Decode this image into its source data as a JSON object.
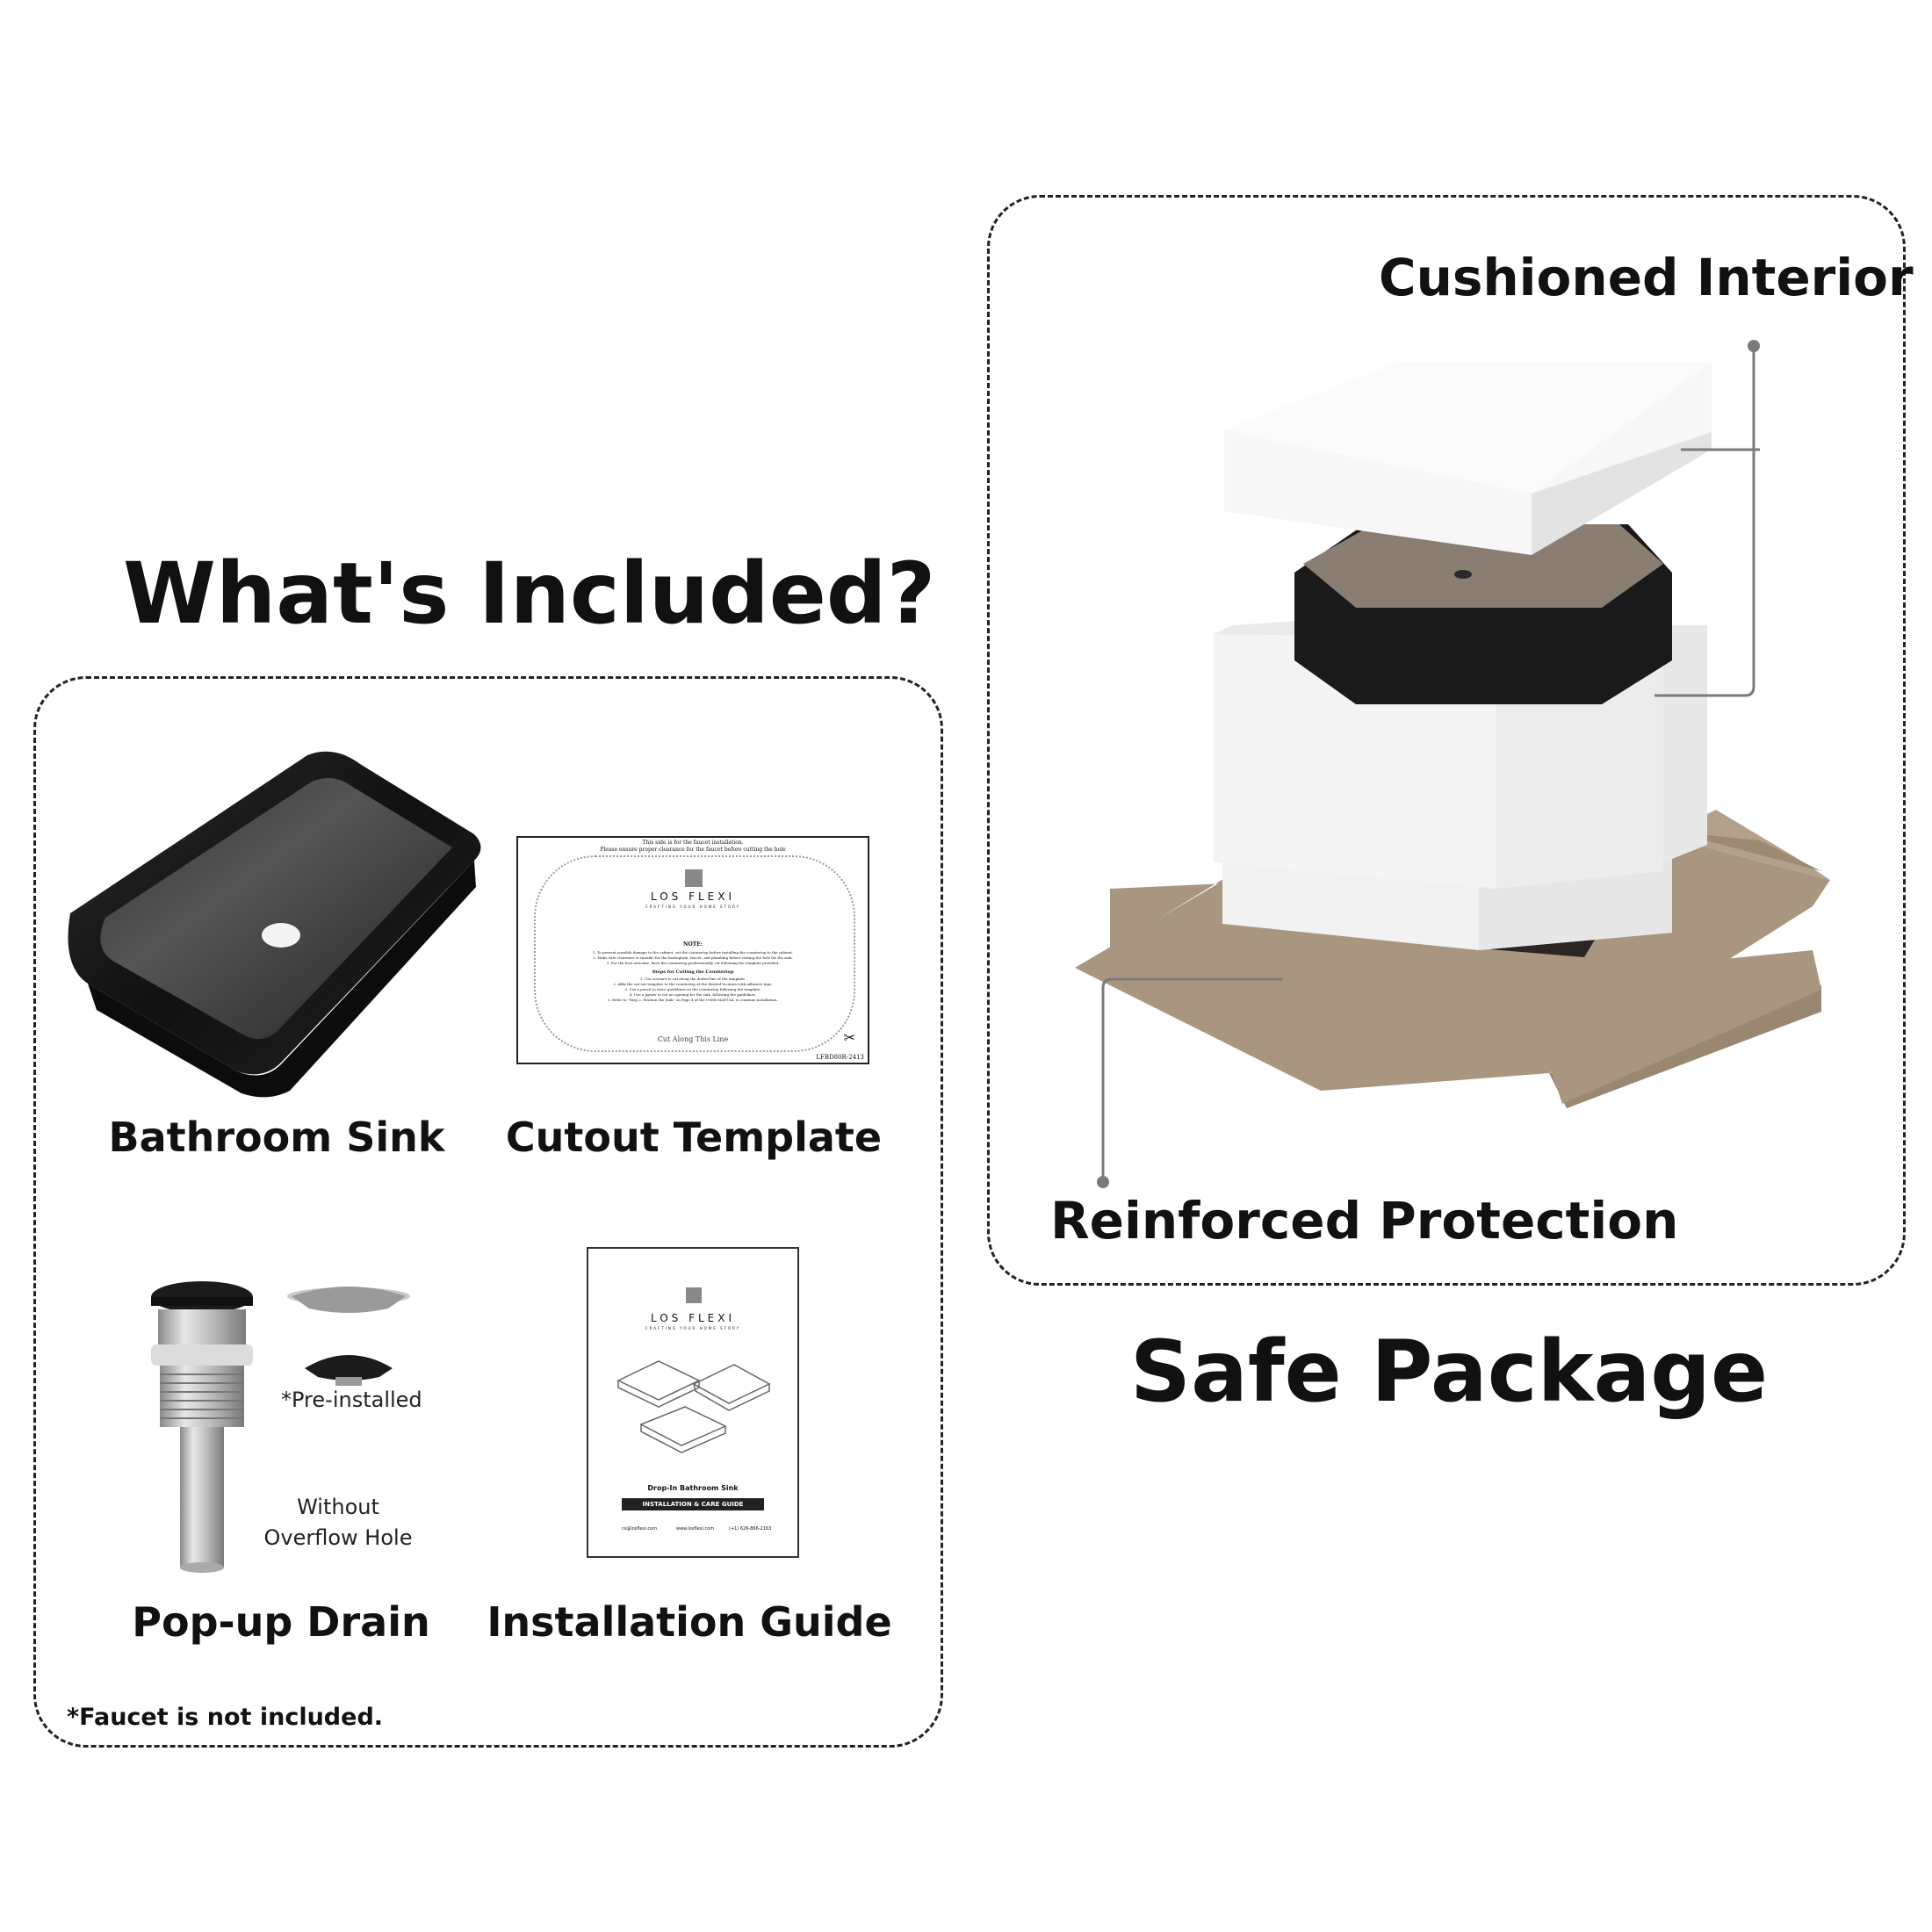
{
  "included": {
    "title": "What's Included?",
    "items": [
      {
        "label": "Bathroom Sink"
      },
      {
        "label": "Cutout Template"
      },
      {
        "label": "Pop-up Drain"
      },
      {
        "label": "Installation Guide"
      }
    ],
    "drain_notes": {
      "pre_installed": "*Pre-installed",
      "without_line1": "Without",
      "without_line2": "Overflow Hole"
    },
    "footnote": "*Faucet is not included.",
    "template_doc": {
      "header1": "This side is for the faucet installation.",
      "header2": "Please ensure proper clearance for the faucet before cutting the hole",
      "brand": "LOS FLEXI",
      "tagline": "CRAFTING YOUR HOME STORY",
      "note_title": "NOTE:",
      "note_lines": [
        "1. To prevent possible damage to the cabinet, cut the countertop before installing the countertop to the cabinet.",
        "2. Make sure clearance is suitable for the backsplash, faucet, and plumbing before cutting the hole for the sink.",
        "3. For the best outcome, have the countertop professionally cut following the template provided."
      ],
      "steps_title": "Steps for Cutting the Countertop",
      "steps_lines": [
        "1. Use scissors to cut along the dotted line of the template.",
        "2. Affix the cut-out template to the countertop at the desired location with adhesive tape.",
        "3. Use a pencil to trace guidelines on the countertop following the template.",
        "4. Use a jigsaw to cut an opening for the sink, following the guidelines.",
        "5. Refer to \"Step 2. Position the Sink\" on Page 4 of the USER MANUAL to continue installation."
      ],
      "cut_line": "Cut Along This Line",
      "code": "LFBD80R-2413"
    },
    "guide_doc": {
      "brand": "LOS FLEXI",
      "tagline": "CRAFTING YOUR HOME STORY",
      "product": "Drop-In Bathroom Sink",
      "banner": "INSTALLATION & CARE GUIDE",
      "contact1": "cs@losflexi.com",
      "contact2": "www.losflexi.com",
      "contact3": "(+1) 626-866-2163"
    }
  },
  "package": {
    "title": "Safe Package",
    "callout_top": "Cushioned Interior",
    "callout_bottom": "Reinforced Protection"
  },
  "colors": {
    "box": "#a89680",
    "foam": "#f1f1f1",
    "sink": "#1a1a1a",
    "callout_line": "#7a7a7a"
  }
}
